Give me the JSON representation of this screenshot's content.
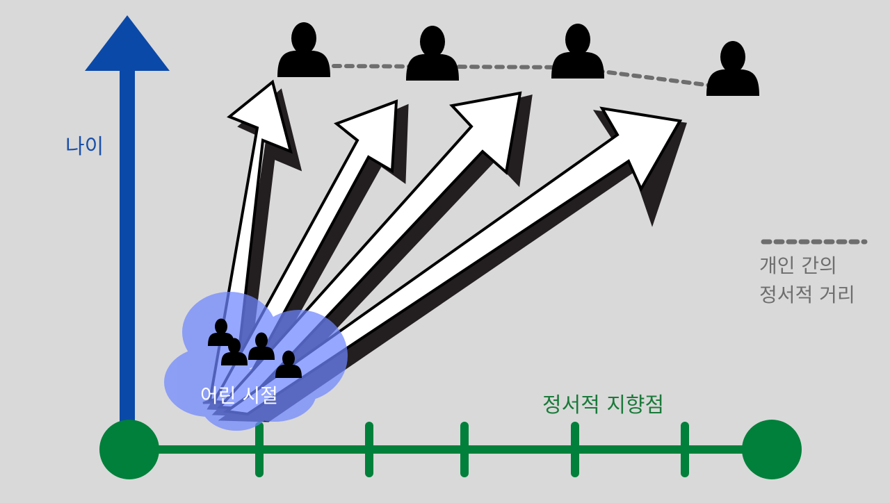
{
  "labels": {
    "age": "나이",
    "childhood": "어린 시절",
    "emotional_orientation": "정서적 지향점"
  },
  "legend": {
    "line1": "개인 간의",
    "line2": "정서적 거리"
  },
  "colors": {
    "background": "#d9d9d9",
    "age_axis": "#0b49a8",
    "orientation_axis": "#00803a",
    "childhood_blob": "#7f93ff",
    "distance_line": "#6e6e6e",
    "person": "#000000"
  },
  "icons": {
    "person": "person-icon",
    "up_arrow": "up-arrowhead-icon"
  }
}
